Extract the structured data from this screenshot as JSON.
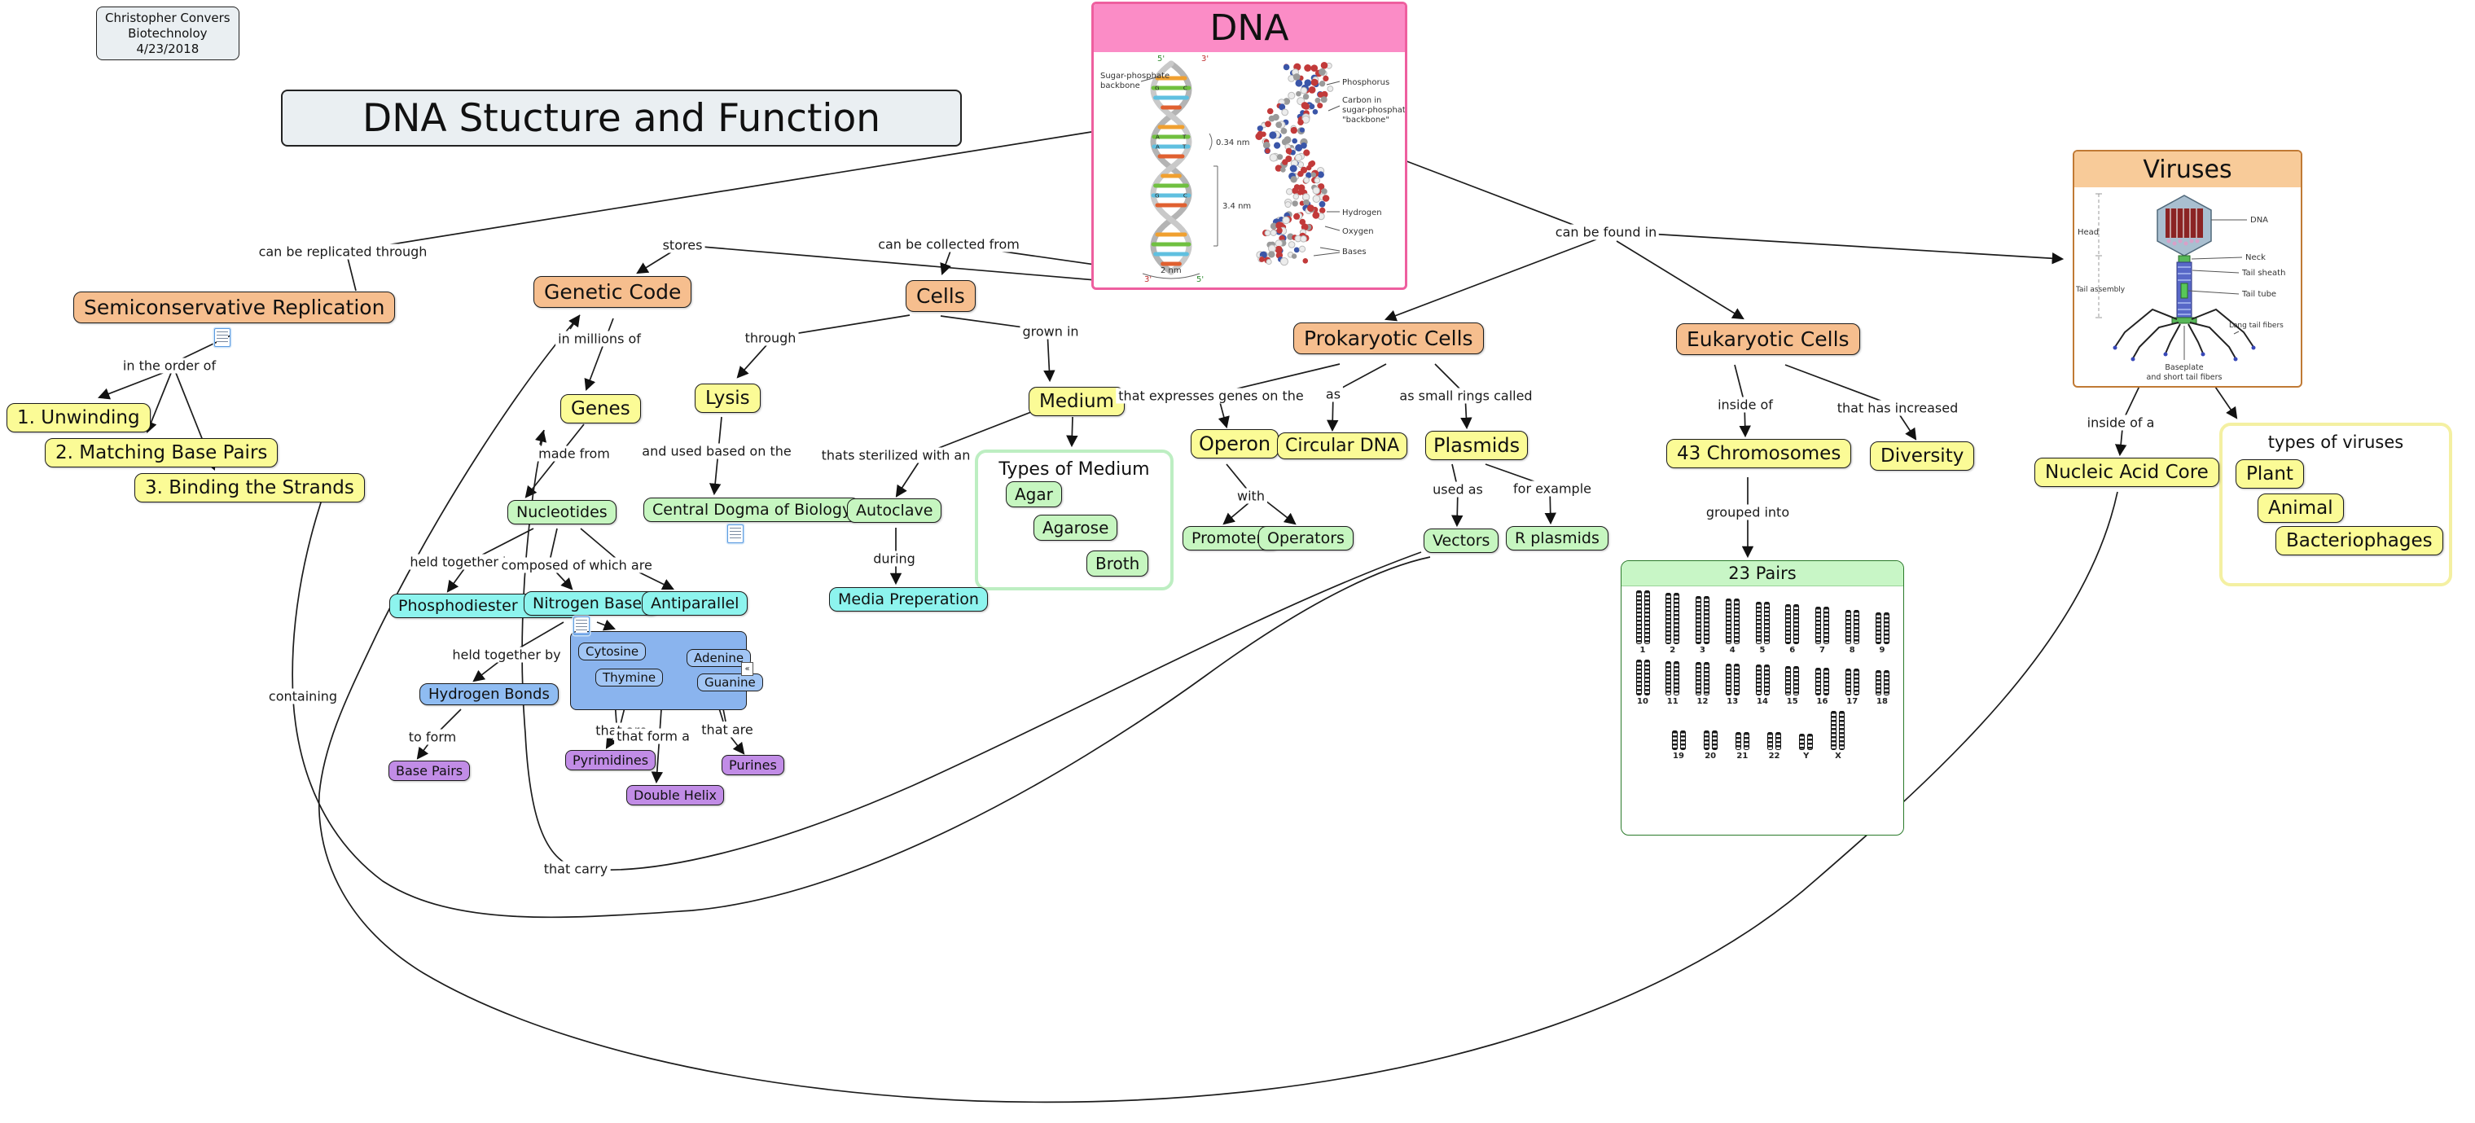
{
  "title": "DNA Stucture and Function",
  "author_box": {
    "line1": "Christopher Convers",
    "line2": "Biotechnoloy",
    "line3": "4/23/2018"
  },
  "palette": {
    "concept_orange": "#f6be8e",
    "concept_yellow": "#fbfb96",
    "concept_green": "#c6f6c0",
    "concept_cyan": "#8df4ee",
    "concept_blue": "#8fbcf2",
    "concept_purple": "#c18ce6",
    "dna_header_pink": "#fb8cc6",
    "viruses_header_orange": "#f8cb99",
    "pairs_header_green": "#c8f6c6",
    "line_color": "#1c1c1c"
  },
  "nodes": {
    "semirep": "Semiconservative Replication",
    "unwinding": "1. Unwinding",
    "matching": "2. Matching Base Pairs",
    "binding": "3. Binding the Strands",
    "genetic_code": "Genetic Code",
    "genes": "Genes",
    "nucleotides": "Nucleotides",
    "central_dogma": "Central Dogma of Biology",
    "autoclave": "Autoclave",
    "media_prep": "Media Preperation",
    "phospho": "Phosphodiester Bonds",
    "nitrogen": "Nitrogen Bases",
    "antiparallel": "Antiparallel",
    "hydrogen": "Hydrogen Bonds",
    "base_pairs": "Base Pairs",
    "cytosine": "Cytosine",
    "thymine": "Thymine",
    "adenine": "Adenine",
    "guanine": "Guanine",
    "pyrimidines": "Pyrimidines",
    "double_helix": "Double Helix",
    "purines": "Purines",
    "cells": "Cells",
    "lysis": "Lysis",
    "medium": "Medium",
    "agar": "Agar",
    "agarose": "Agarose",
    "broth": "Broth",
    "prokaryotic": "Prokaryotic Cells",
    "operon": "Operon",
    "circular_dna": "Circular DNA",
    "plasmids": "Plasmids",
    "promoters": "Promoters",
    "operators": "Operators",
    "vectors": "Vectors",
    "r_plasmids": "R plasmids",
    "eukaryotic": "Eukaryotic Cells",
    "chromosomes43": "43 Chromosomes",
    "diversity": "Diversity",
    "nucleic_acid": "Nucleic Acid Core",
    "plant": "Plant",
    "animal": "Animal",
    "bacteriophages": "Bacteriophages"
  },
  "link_labels": {
    "can_be_replicated_through": "can be replicated through",
    "stores": "stores",
    "can_be_collected_from": "can be collected from",
    "can_be_found_in": "can be found in",
    "in_the_order_of": "in the order of",
    "in_millions_of": "in millions of",
    "through": "through",
    "grown_in": "grown in",
    "made_from": "made from",
    "and_used_based_on_the": "and used based on the",
    "thats_sterilized_with_an": "thats sterilized with an",
    "during": "during",
    "held_together_by_1": "held together by",
    "composed_of": "composed of",
    "which_are": "which are",
    "held_together_by_2": "held together by",
    "to_form": "to form",
    "that_are_left": "that are",
    "that_form_a": "that form a",
    "that_are_right": "that are",
    "that_expresses_genes_on_the": "that expresses genes on the",
    "as": "as",
    "as_small_rings_called": "as small rings called",
    "with": "with",
    "used_as": "used as",
    "for_example": "for example",
    "inside_of": "inside of",
    "that_has_increased": "that has increased",
    "grouped_into": "grouped into",
    "inside_of_a": "inside of a",
    "containing": "containing",
    "that_carry": "that carry"
  },
  "containers": {
    "types_of_medium": "Types of Medium",
    "types_of_viruses": "types of viruses",
    "pairs23": "23 Pairs",
    "dna": "DNA",
    "viruses": "Viruses"
  },
  "figures": {
    "dna": {
      "backbone_label_lines": [
        "Sugar-phosphate",
        "backbone"
      ],
      "dim_034": "0.34 nm",
      "dim_34": "3.4 nm",
      "dim_2": "2 nm",
      "five_prime": "5'",
      "three_prime": "3'",
      "helix_base_pairs": [
        [
          "G",
          "C"
        ],
        [
          "A",
          "T"
        ],
        [
          "A",
          "T"
        ],
        [
          "G",
          "C"
        ]
      ],
      "model_labels": {
        "phosphorus": "Phosphorus",
        "carbon_lines": [
          "Carbon in",
          "sugar-phosphate",
          "\"backbone\""
        ],
        "hydrogen": "Hydrogen",
        "oxygen": "Oxygen",
        "bases": "Bases"
      },
      "model_colors": [
        "#c23a3a",
        "#3a55a8",
        "#ececec",
        "#9a9a9a",
        "#c23a3a",
        "#ececec"
      ]
    },
    "phage": {
      "head": "Head",
      "tail_assembly": "Tail assembly",
      "dna": "DNA",
      "neck": "Neck",
      "tail_sheath": "Tail sheath",
      "tail_tube": "Tail tube",
      "long_tail_fibers": "Long tail fibers",
      "baseplate_lines": [
        "Baseplate",
        "and short tail fibers"
      ]
    }
  },
  "karyotype": {
    "rows": [
      [
        "1",
        "2",
        "3",
        "4",
        "5",
        "6",
        "7",
        "8",
        "9"
      ],
      [
        "10",
        "11",
        "12",
        "13",
        "14",
        "15",
        "16",
        "17",
        "18"
      ],
      [
        "19",
        "20",
        "21",
        "22",
        "Y",
        "X"
      ]
    ]
  },
  "icons": {
    "collapse": "«"
  }
}
